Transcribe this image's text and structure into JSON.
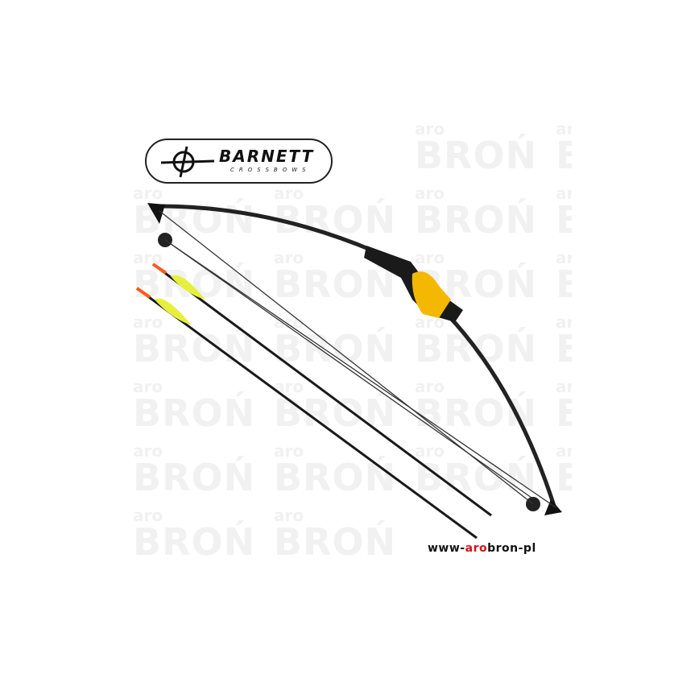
{
  "watermark": {
    "small": "aro",
    "large": "BROŃ"
  },
  "logo": {
    "brand": "BARNETT",
    "tagline": "CROSSBOWS"
  },
  "url": {
    "prefix": "www-",
    "highlight": "aro",
    "suffix": "bron-pl"
  },
  "colors": {
    "accent": "#d2141b",
    "grip": "#f5b800",
    "fletching": "#e6f03c",
    "nock": "#ff5a1e"
  }
}
